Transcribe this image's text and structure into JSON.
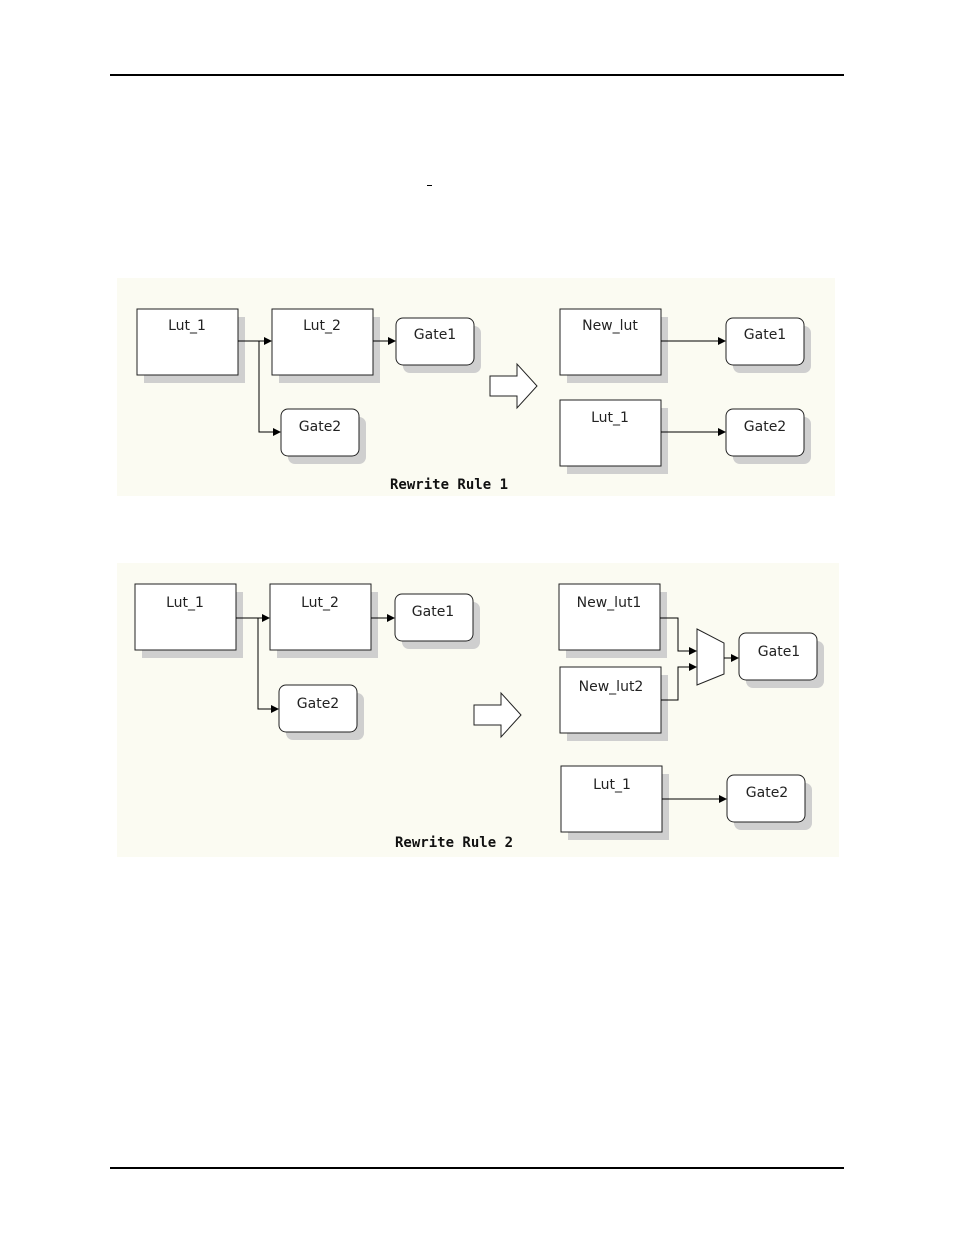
{
  "diagram1": {
    "caption": "Rewrite Rule 1",
    "left": {
      "lut1": "Lut_1",
      "lut2": "Lut_2",
      "gate1": "Gate1",
      "gate2": "Gate2"
    },
    "right": {
      "newlut": "New_lut",
      "lut1": "Lut_1",
      "gate1": "Gate1",
      "gate2": "Gate2"
    }
  },
  "diagram2": {
    "caption": "Rewrite Rule 2",
    "left": {
      "lut1": "Lut_1",
      "lut2": "Lut_2",
      "gate1": "Gate1",
      "gate2": "Gate2"
    },
    "right": {
      "newlut1": "New_lut1",
      "newlut2": "New_lut2",
      "lut1": "Lut_1",
      "gate1": "Gate1",
      "gate2": "Gate2"
    }
  }
}
